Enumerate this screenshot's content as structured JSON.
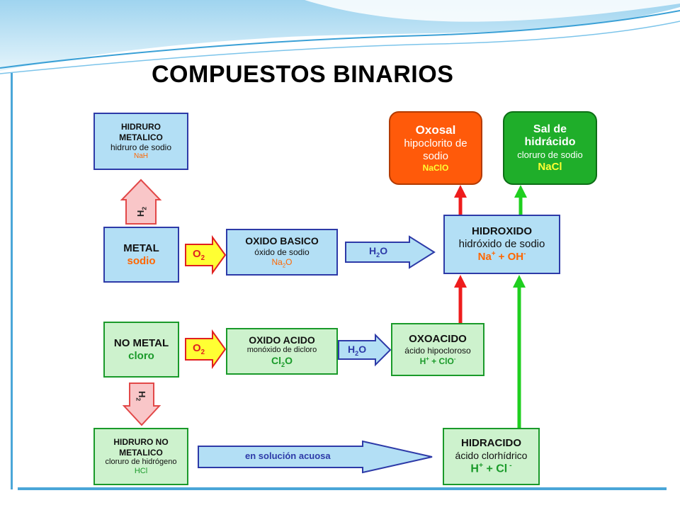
{
  "title": "COMPUESTOS BINARIOS",
  "colors": {
    "blue_box": "#b3dff5",
    "green_box": "#cdf2cd",
    "oxosal": "#ff5a0a",
    "sal": "#1fae2a",
    "arrow_red": "#ee1c1c",
    "arrow_green": "#1fcf1f",
    "accent_orange": "#ff6600"
  },
  "boxes": {
    "hidruro_metalico": {
      "l1": "HIDRURO",
      "l2": "METALICO",
      "l3": "hidruro de sodio",
      "l4": "NaH"
    },
    "metal": {
      "l1": "METAL",
      "l2": "sodio"
    },
    "oxido_basico": {
      "l1": "OXIDO BASICO",
      "l2": "óxido de sodio",
      "l3": "Na",
      "l3_sub": "2",
      "l3_tail": "O"
    },
    "hidroxido": {
      "l1": "HIDROXIDO",
      "l2": "hidróxido de sodio",
      "l3": "Na",
      "l3_sup": "+",
      "l3_mid": " + OH",
      "l3_sup2": "-"
    },
    "oxosal": {
      "l1": "Oxosal",
      "l2": "hipoclorito de",
      "l3": "sodio",
      "l4": "NaClO"
    },
    "sal": {
      "l1": "Sal de",
      "l2": "hidrácido",
      "l3": "cloruro de sodio",
      "l4": "NaCl"
    },
    "no_metal": {
      "l1": "NO METAL",
      "l2": "cloro"
    },
    "oxido_acido": {
      "l1": "OXIDO ACIDO",
      "l2": "monóxido de dicloro",
      "l3": "Cl",
      "l3_sub": "2",
      "l3_tail": "O"
    },
    "oxoacido": {
      "l1": "OXOACIDO",
      "l2": "ácido hipocloroso",
      "l3": "H",
      "l3_sup": "+",
      "l3_mid": " + ClO",
      "l3_sup2": "-"
    },
    "hidruro_no_metalico": {
      "l1": "HIDRURO NO",
      "l2": "METALICO",
      "l3": "cloruro de hidrógeno",
      "l4": "HCl"
    },
    "hidracido": {
      "l1": "HIDRACIDO",
      "l2": "ácido clorhídrico",
      "l3": "H",
      "l3_sup": "+",
      "l3_mid": " + Cl",
      "l3_sup2": " -"
    }
  },
  "arrows": {
    "o2": "O",
    "o2_sub": "2",
    "h2o": "H",
    "h2o_sub": "2",
    "h2o_tail": "O",
    "h2": "H",
    "h2_sub": "2",
    "solucion": "en solución acuosa"
  }
}
